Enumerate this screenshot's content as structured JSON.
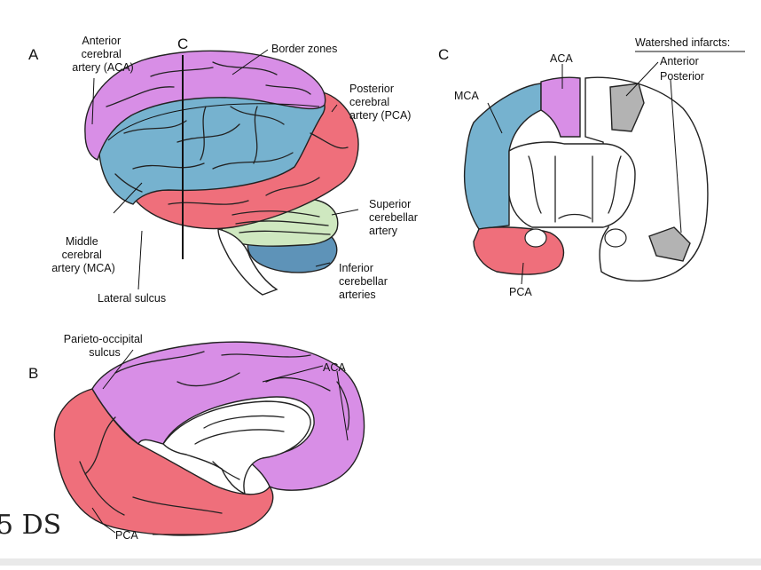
{
  "panels": {
    "a": "A",
    "b": "B",
    "c1": "C",
    "c2": "C"
  },
  "labels": {
    "aca_a": [
      "Anterior",
      "cerebral",
      "artery (ACA)"
    ],
    "border_zones": "Border zones",
    "pca_a": [
      "Posterior",
      "cerebral",
      "artery (PCA)"
    ],
    "superior_cerebellar": [
      "Superior",
      "cerebellar",
      "artery"
    ],
    "inferior_cerebellar": [
      "Inferior",
      "cerebellar",
      "arteries"
    ],
    "mca_a": [
      "Middle",
      "cerebral",
      "artery (MCA)"
    ],
    "lateral_sulcus": "Lateral sulcus",
    "parieto_occipital": [
      "Parieto-occipital",
      "sulcus"
    ],
    "aca_b": "ACA",
    "pca_b": "PCA",
    "aca_c": "ACA",
    "mca_c": "MCA",
    "pca_c": "PCA",
    "watershed_title": "Watershed infarcts:",
    "watershed_anterior": "Anterior",
    "watershed_posterior": "Posterior"
  },
  "watermark": "5 DS",
  "colors": {
    "aca": "#d88ee6",
    "mca": "#76b2cf",
    "pca": "#ef6f7b",
    "cerebellum_sup": "#cfe8c0",
    "cerebellum_inf": "#5e93b8",
    "watershed": "#b3b3b3",
    "brainstem": "#ffffff"
  }
}
